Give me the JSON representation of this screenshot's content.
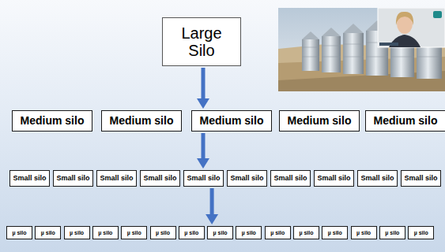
{
  "diagram": {
    "nodes": [
      {
        "text": [
          "Large Silo"
        ]
      },
      {
        "text": [
          "Medium silo"
        ]
      },
      {
        "text": [
          "Medium silo"
        ]
      },
      {
        "text": [
          "Medium silo"
        ]
      },
      {
        "text": [
          "Medium silo"
        ]
      },
      {
        "text": [
          "Medium silo"
        ]
      },
      {
        "text": [
          "Small silo"
        ]
      },
      {
        "text": [
          "Small silo"
        ]
      },
      {
        "text": [
          "Small silo"
        ]
      },
      {
        "text": [
          "Small silo"
        ]
      },
      {
        "text": [
          "Small silo"
        ]
      },
      {
        "text": [
          "Small silo"
        ]
      },
      {
        "text": [
          "Small silo"
        ]
      },
      {
        "text": [
          "Small silo"
        ]
      },
      {
        "text": [
          "Small silo"
        ]
      },
      {
        "text": [
          "Small silo"
        ]
      },
      {
        "text": [
          "µ silo"
        ]
      },
      {
        "text": [
          "µ silo"
        ]
      },
      {
        "text": [
          "µ silo"
        ]
      },
      {
        "text": [
          "µ silo"
        ]
      },
      {
        "text": [
          "µ silo"
        ]
      },
      {
        "text": [
          "µ silo"
        ]
      },
      {
        "text": [
          "µ silo"
        ]
      },
      {
        "text": [
          "µ silo"
        ]
      },
      {
        "text": [
          "µ silo"
        ]
      },
      {
        "text": [
          "µ silo"
        ]
      },
      {
        "text": [
          "µ silo"
        ]
      },
      {
        "text": [
          "µ silo"
        ]
      },
      {
        "text": [
          "µ silo"
        ]
      },
      {
        "text": [
          "µ silo"
        ]
      },
      {
        "text": [
          "µ silo"
        ]
      }
    ],
    "edges": [
      {
        "from": 0,
        "to": 3,
        "arrow": "to"
      },
      {
        "from": 3,
        "to": 10,
        "arrow": "to"
      },
      {
        "from": 10,
        "to": 23,
        "arrow": "to"
      }
    ]
  }
}
